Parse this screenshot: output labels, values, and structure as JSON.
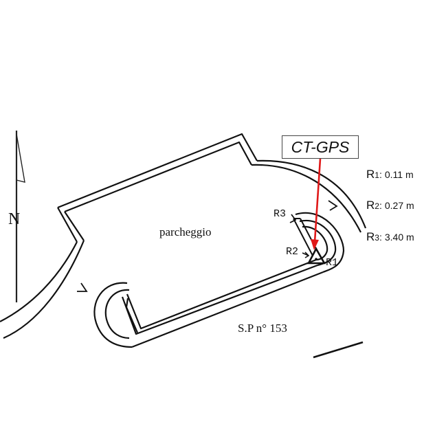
{
  "gps_label": "CT-GPS",
  "north_label": "N",
  "area_label": "parcheggio",
  "road_label": "S.P n° 153",
  "points": [
    {
      "id": "R1",
      "key": "R",
      "sub": "1",
      "map_label": "R1"
    },
    {
      "id": "R2",
      "key": "R",
      "sub": "2",
      "map_label": "R2"
    },
    {
      "id": "R3",
      "key": "R",
      "sub": "3",
      "map_label": "R3"
    }
  ],
  "legend": [
    {
      "key": "R",
      "sub": "1",
      "sep": ":",
      "value": "0.11 m"
    },
    {
      "key": "R",
      "sub": "2",
      "sep": ":",
      "value": "0.27 m"
    },
    {
      "key": "R",
      "sub": "3",
      "sep": ":",
      "value": "3.40 m"
    }
  ],
  "colors": {
    "ink": "#111111",
    "arrow": "#e01818",
    "background": "#ffffff"
  }
}
